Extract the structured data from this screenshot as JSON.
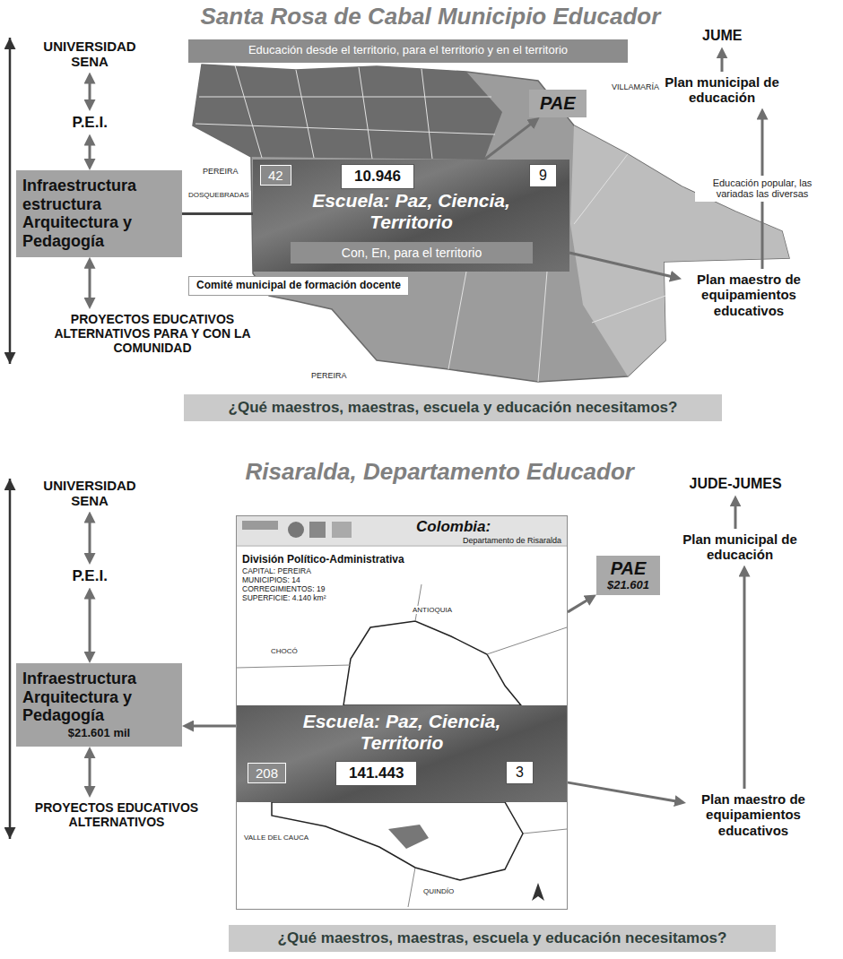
{
  "diagram": {
    "title": "Santa Rosa de Cabal Municipio Educador",
    "nodes": [
      {
        "text": [
          "UNIVERSIDAD SENA"
        ]
      },
      {
        "text": [
          "Educación desde el territorio, para el territorio y en el territorio"
        ]
      },
      {
        "text": [
          "JUME"
        ]
      },
      {
        "text": [
          "PAE"
        ]
      },
      {
        "text": [
          "P.E.I."
        ]
      },
      {
        "text": [
          "Plan municipal de educación"
        ]
      },
      {
        "text": [
          "Escuela: Paz, Ciencia, Territorio"
        ]
      },
      {
        "text": [
          "42"
        ],
        "in": 6
      },
      {
        "text": [
          "10.946"
        ],
        "in": 6
      },
      {
        "text": [
          "9"
        ],
        "in": 6
      },
      {
        "text": [
          "Con, En, para el territorio"
        ],
        "in": 6
      },
      {
        "text": [
          "Infraestructura estructura Arquitectura y Pedagogía"
        ]
      },
      {
        "text": [
          "Comité municipal de formación docente"
        ]
      },
      {
        "text": [
          "Plan maestro de equipamientos educativos"
        ]
      },
      {
        "text": [
          "PROYECTOS EDUCATIVOS ALTERNATIVOS PARA Y CON LA COMUNIDAD"
        ]
      },
      {
        "text": [
          "¿Qué maestros, maestras, escuela y educación necesitamos?"
        ]
      },
      {
        "text": [
          "UNIVERSIDAD SENA"
        ]
      },
      {
        "text": [
          "JUDE-JUMES"
        ]
      },
      {
        "text": [
          "Colombia:",
          "Departamento de Risaralda",
          "División Político-Administrativa",
          "CAPITAL: PEREIRA",
          "MUNICIPIOS: 14",
          "CORREGIMIENTOS: 19",
          "SUPERFICIE: 4.140 km²"
        ]
      },
      {
        "text": [
          "PAE",
          "$21.601"
        ]
      },
      {
        "text": [
          "Plan municipal de educación"
        ]
      },
      {
        "text": [
          "P.E.I."
        ]
      },
      {
        "text": [
          "Escuela: Paz, Ciencia, Territorio"
        ],
        "in": 18
      },
      {
        "text": [
          "208"
        ],
        "in": 22
      },
      {
        "text": [
          "141.443"
        ],
        "in": 22
      },
      {
        "text": [
          "3"
        ],
        "in": 22
      },
      {
        "text": [
          "Infraestructura Arquitectura y Pedagogía",
          "$21.601 mil"
        ]
      },
      {
        "text": [
          "Plan maestro de equipamientos educativos"
        ]
      },
      {
        "text": [
          "PROYECTOS EDUCATIVOS ALTERNATIVOS"
        ]
      },
      {
        "text": [
          "¿Qué maestros, maestras, escuela y educación necesitamos?"
        ]
      }
    ],
    "edges": [
      {
        "from": 0,
        "to": 4,
        "arrow": "both"
      },
      {
        "from": 4,
        "to": 11,
        "arrow": "both"
      },
      {
        "from": 11,
        "to": 14,
        "arrow": "both"
      },
      {
        "from": 11,
        "to": 6,
        "arrow": "none"
      },
      {
        "from": 6,
        "to": 3,
        "arrow": "to"
      },
      {
        "from": 6,
        "to": 13,
        "arrow": "to"
      },
      {
        "from": 13,
        "to": 5,
        "arrow": "to",
        "label": "Educación popular, las variadas las diversas"
      },
      {
        "from": 5,
        "to": 2,
        "arrow": "to"
      },
      {
        "from": 16,
        "to": 21,
        "arrow": "both"
      },
      {
        "from": 21,
        "to": 26,
        "arrow": "both"
      },
      {
        "from": 26,
        "to": 28,
        "arrow": "both"
      },
      {
        "from": 22,
        "to": 26,
        "arrow": "to"
      },
      {
        "from": 18,
        "to": 19,
        "arrow": "to"
      },
      {
        "from": 22,
        "to": 27,
        "arrow": "to"
      },
      {
        "from": 27,
        "to": 20,
        "arrow": "to"
      },
      {
        "from": 20,
        "to": 17,
        "arrow": "to"
      }
    ],
    "labels": [
      "VILLAMARÍA",
      "PEREIRA",
      "DOSQUEBRADAS",
      "PEREIRA",
      "Risaralda, Departamento Educador",
      "CHOCÓ",
      "ANTIOQUIA",
      "VALLE DEL CAUCA",
      "QUINDÍO"
    ]
  }
}
